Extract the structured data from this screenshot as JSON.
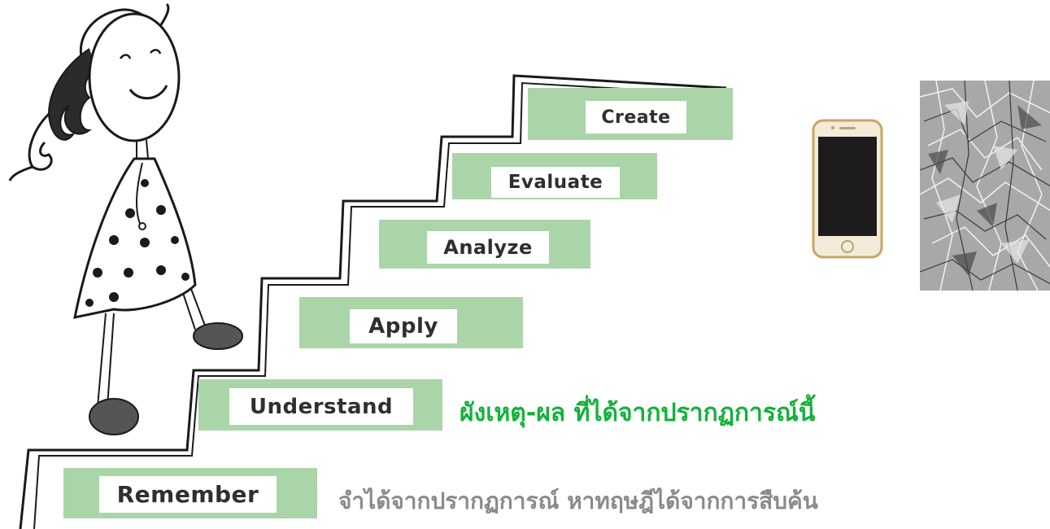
{
  "steps": [
    {
      "label": "Remember"
    },
    {
      "label": "Understand"
    },
    {
      "label": "Apply"
    },
    {
      "label": "Analyze"
    },
    {
      "label": "Evaluate"
    },
    {
      "label": "Create"
    }
  ],
  "captions": {
    "cause_effect": "ผังเหตุ-ผล ที่ได้จากปรากฏการณ์นี้",
    "remember_note": "จำได้จากปรากฏการณ์ หาทฤษฎีได้จากการสืบค้น"
  },
  "colors": {
    "step_band": "#a9d5a9",
    "caption_green": "#12b23a",
    "caption_gray": "#8a8a8a",
    "outline": "#1a1a1a"
  },
  "images": {
    "phone": "smartphone-icon",
    "foil": "crumpled-foil-image",
    "girl": "girl-climbing-stairs-illustration"
  }
}
